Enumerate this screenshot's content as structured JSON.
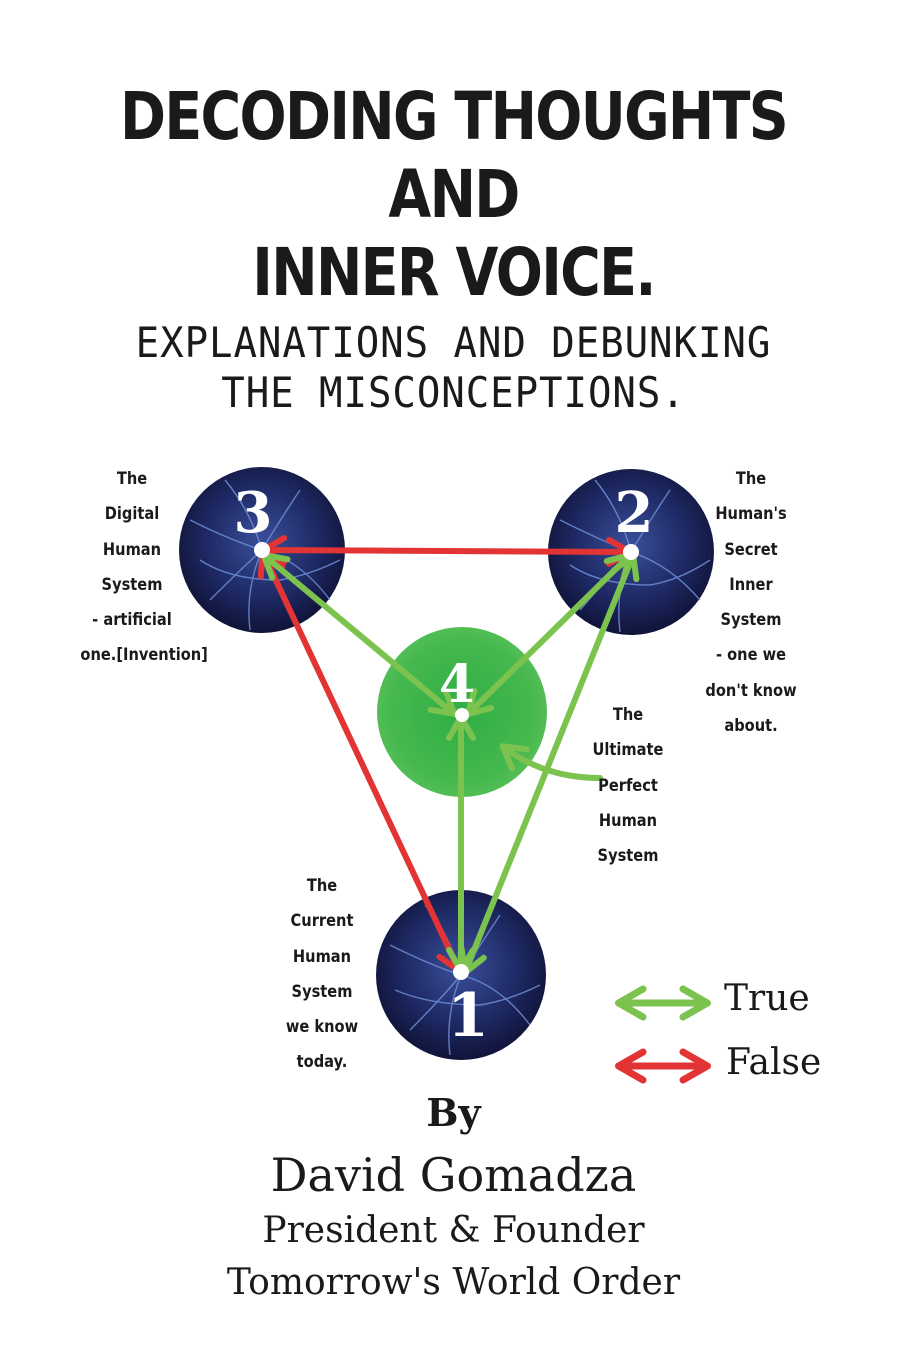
{
  "cover": {
    "title_lines": [
      "DECODING THOUGHTS AND",
      "INNER VOICE."
    ],
    "subtitle_lines": [
      "EXPLANATIONS AND DEBUNKING",
      "THE MISCONCEPTIONS."
    ]
  },
  "diagram": {
    "nodes": [
      {
        "number": "1",
        "label_lines": [
          "The",
          "Current",
          "Human",
          "System",
          "we know",
          "today."
        ]
      },
      {
        "number": "2",
        "label_lines": [
          "The",
          "Human's",
          "Secret",
          "Inner",
          "System",
          "- one we",
          "don't know",
          "about."
        ]
      },
      {
        "number": "3",
        "label_lines": [
          "The",
          "Digital",
          "Human",
          "System",
          "- artificial",
          "one.[Invention]"
        ]
      },
      {
        "number": "4",
        "label_lines": [
          "The",
          "Ultimate",
          "Perfect",
          "Human",
          "System"
        ]
      }
    ],
    "colors": {
      "true": "#7cc24f",
      "false": "#e23434",
      "center_circle": "#3bb54a",
      "node_dark": "#1c1f4a"
    },
    "legend": {
      "true_label": "True",
      "false_label": "False"
    }
  },
  "author": {
    "by": "By",
    "name": "David Gomadza",
    "role": "President & Founder",
    "org": "Tomorrow's World Order"
  }
}
